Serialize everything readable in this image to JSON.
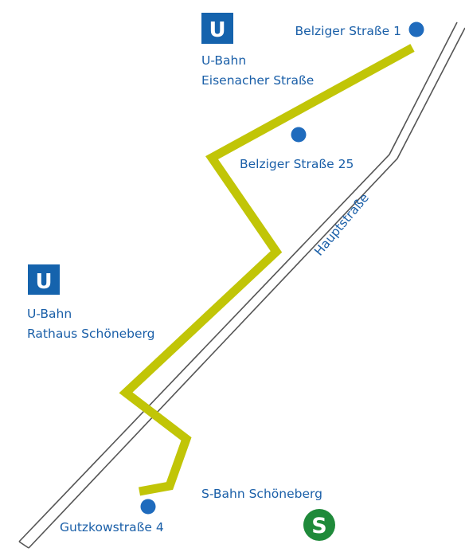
{
  "colors": {
    "route": "#c1c507",
    "stop": "#1f6bbd",
    "label": "#1a5fa8",
    "ubahn_bg": "#1563ad",
    "sbahn_bg": "#1f8a3a",
    "street_outline": "#555555"
  },
  "street": {
    "label": "Hauptstraße"
  },
  "ubahn_stations": [
    {
      "id": "eisenacher",
      "icon": "ubahn-icon",
      "letter": "U",
      "line1": "U-Bahn",
      "line2": "Eisenacher Straße"
    },
    {
      "id": "rathaus",
      "icon": "ubahn-icon",
      "letter": "U",
      "line1": "U-Bahn",
      "line2": "Rathaus Schöneberg"
    }
  ],
  "sbahn_station": {
    "icon": "sbahn-icon",
    "letter": "S",
    "label": "S-Bahn Schöneberg"
  },
  "stops": [
    {
      "id": "belziger1",
      "label": "Belziger Straße 1"
    },
    {
      "id": "belziger25",
      "label": "Belziger Straße 25"
    },
    {
      "id": "gutzkow4",
      "label": "Gutzkowstraße 4"
    }
  ]
}
